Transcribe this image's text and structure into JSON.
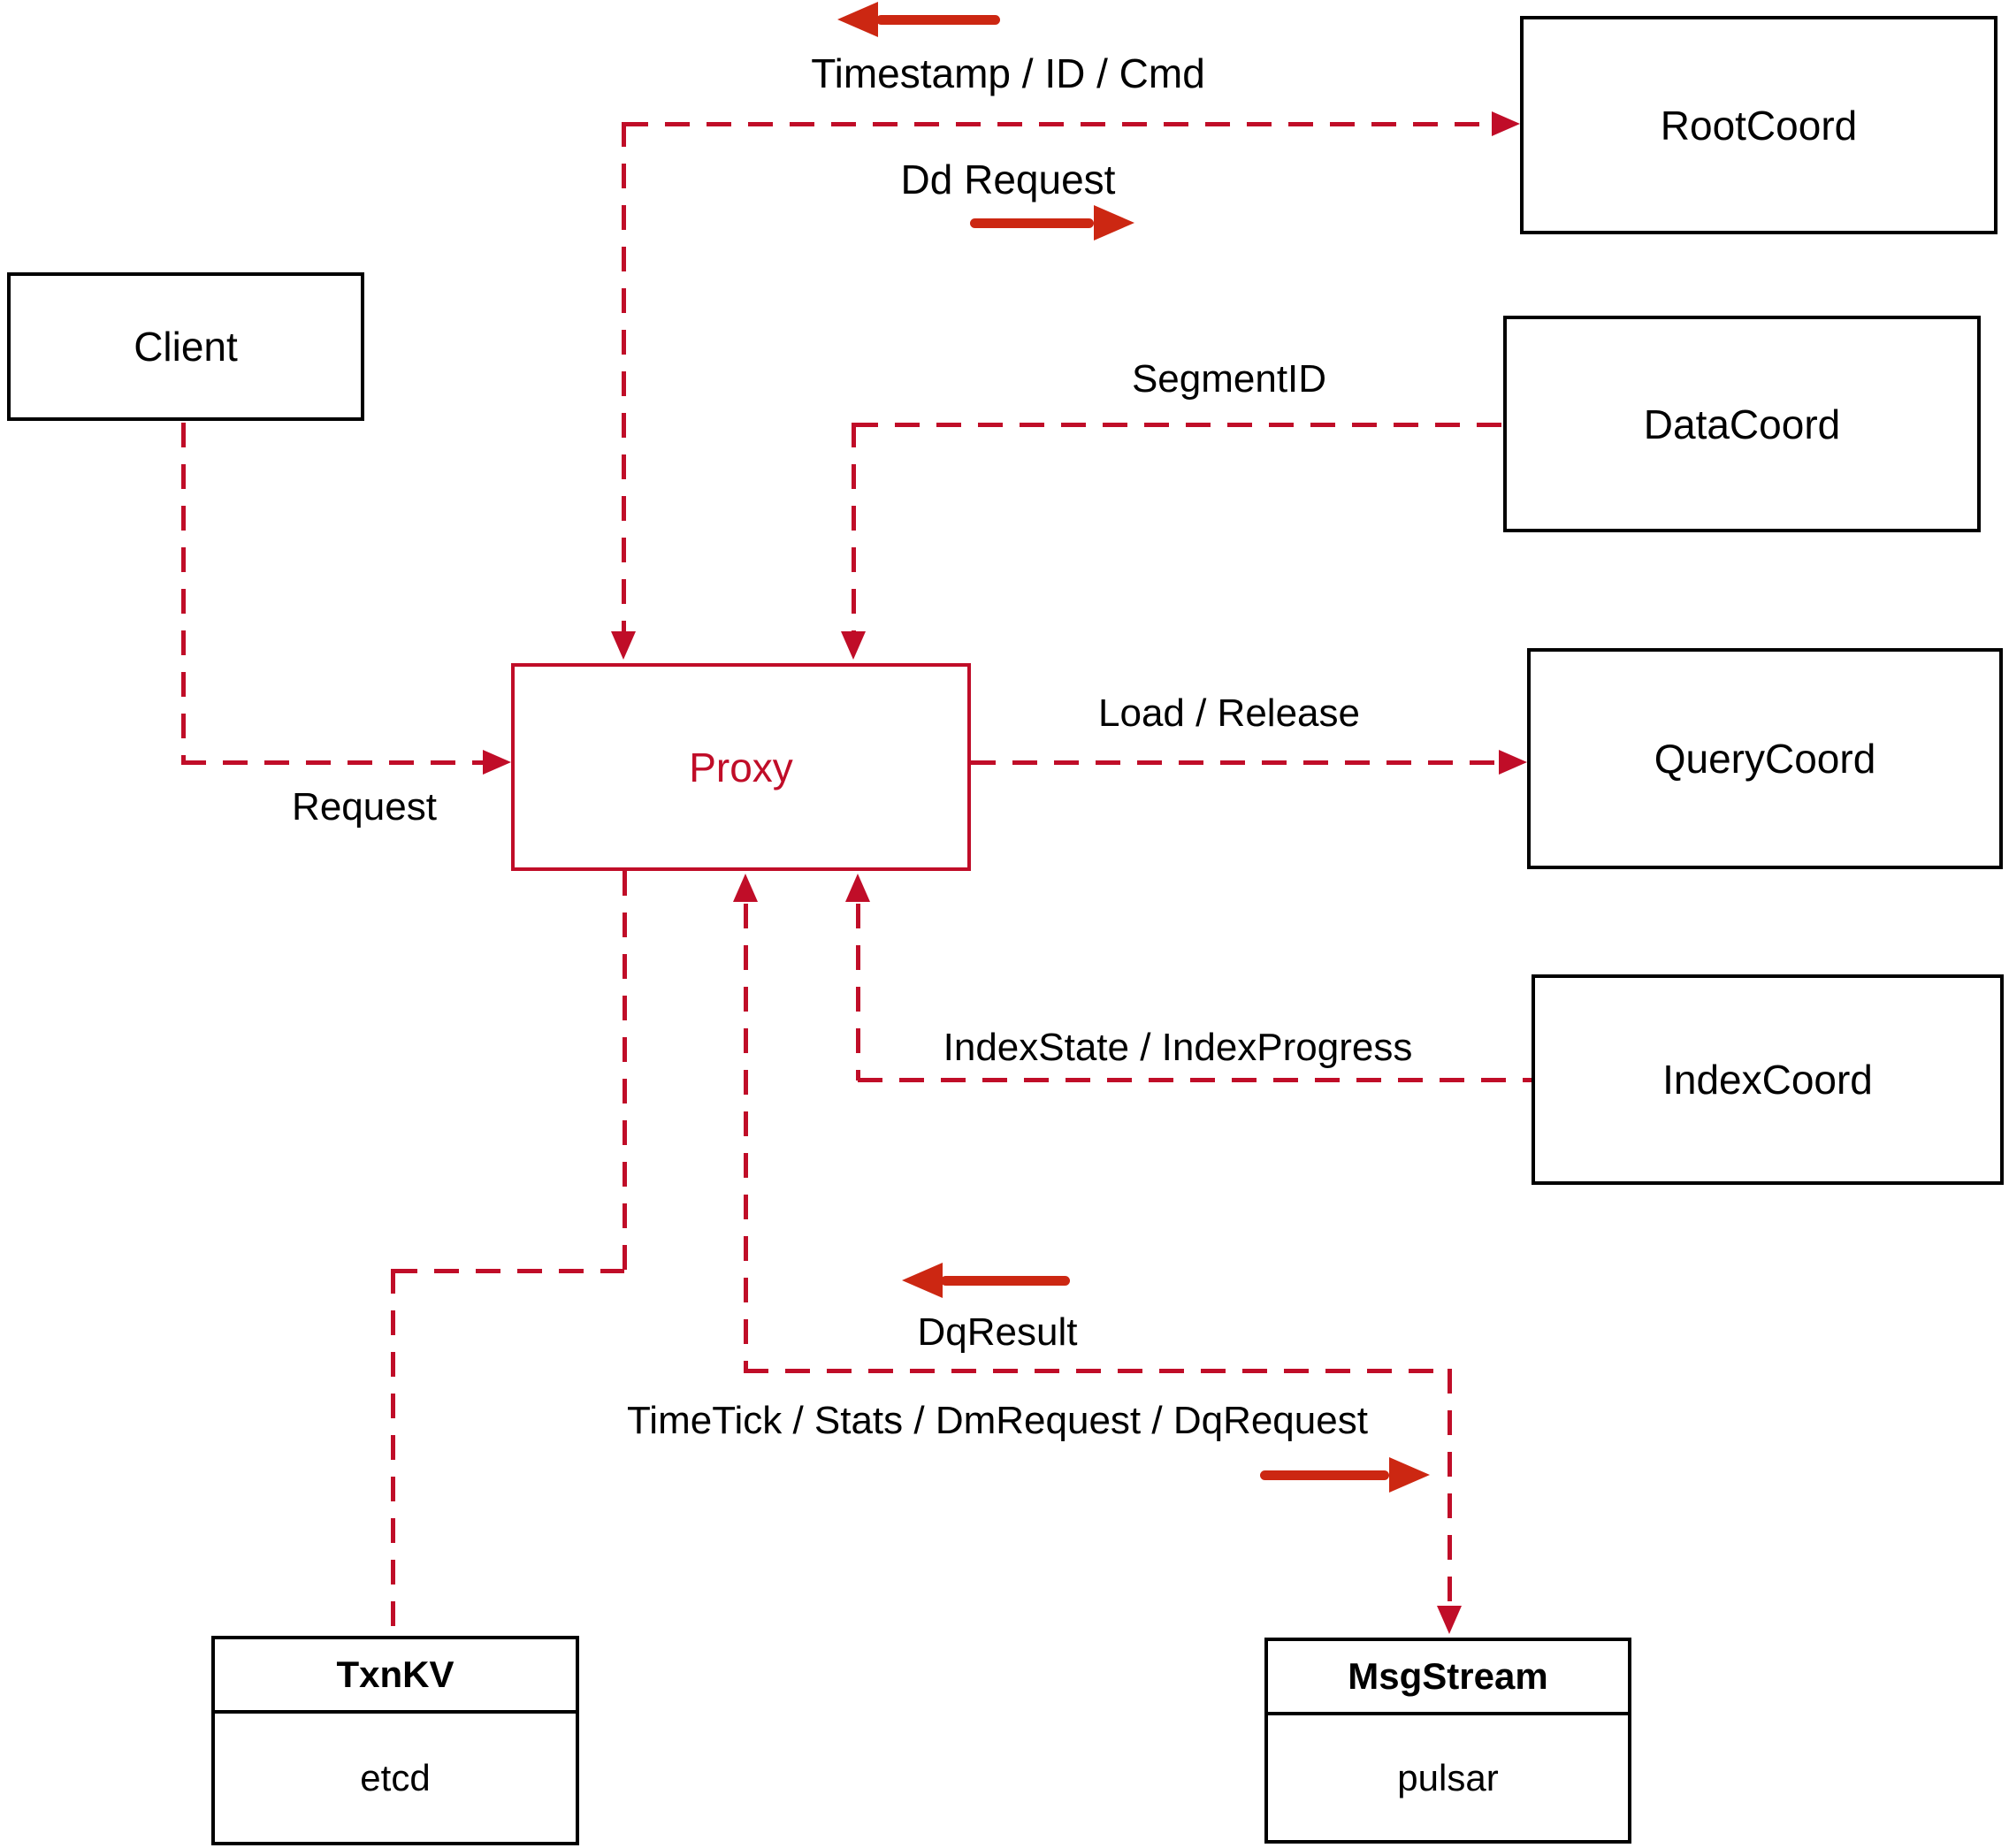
{
  "nodes": {
    "client": {
      "label": "Client"
    },
    "proxy": {
      "label": "Proxy"
    },
    "rootcoord": {
      "label": "RootCoord"
    },
    "datacoord": {
      "label": "DataCoord"
    },
    "querycoord": {
      "label": "QueryCoord"
    },
    "indexcoord": {
      "label": "IndexCoord"
    },
    "txnkv": {
      "title": "TxnKV",
      "subtitle": "etcd"
    },
    "msgstream": {
      "title": "MsgStream",
      "subtitle": "pulsar"
    }
  },
  "edges": {
    "client_to_proxy": {
      "label": "Request"
    },
    "rootcoord_to_proxy": {
      "label": "Timestamp / ID / Cmd"
    },
    "proxy_to_rootcoord": {
      "label": "Dd Request"
    },
    "datacoord_to_proxy": {
      "label": "SegmentID"
    },
    "proxy_to_querycoord": {
      "label": "Load / Release"
    },
    "indexcoord_to_proxy": {
      "label": "IndexState / IndexProgress"
    },
    "msgstream_to_proxy": {
      "label": "DqResult"
    },
    "proxy_to_msgstream": {
      "label": "TimeTick / Stats / DmRequest / DqRequest"
    }
  },
  "colors": {
    "line_red": "#c00d28",
    "arrow_red": "#cc2712",
    "box_black": "#000000",
    "text_black": "#000000"
  }
}
